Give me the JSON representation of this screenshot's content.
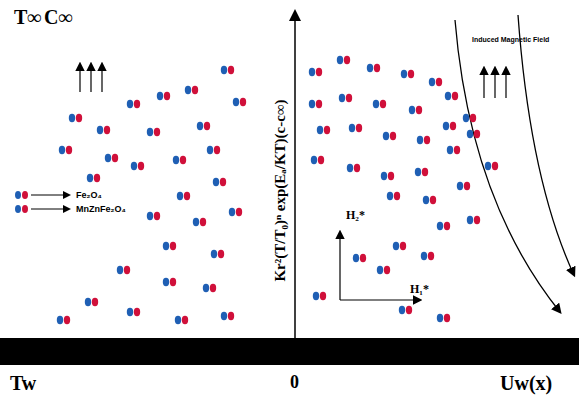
{
  "diagram": {
    "labels": [
      "T∞",
      "C∞",
      "Induced Magnetic Field",
      "Kr²(T/T₀)ⁿ exp(Eₐ/KT)(c-c∞)",
      "H₂*",
      "H₁*",
      "Tw",
      "0",
      "Uw(x)"
    ],
    "legend": [
      {
        "text": "Fe₂O₄"
      },
      {
        "text": "MnZnFe₂O₄"
      }
    ]
  }
}
